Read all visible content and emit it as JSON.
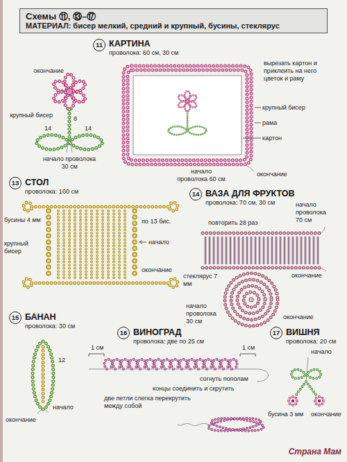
{
  "diagram": {
    "nodes": [
      {
        "text": [
          "Схемы ⑪, ⑬–⑰",
          "МАТЕРИАЛ: бисер мелкий, средний и крупный, бусины, стеклярус"
        ]
      },
      {
        "text": [
          "11"
        ]
      },
      {
        "text": [
          "13"
        ]
      },
      {
        "text": [
          "14"
        ]
      },
      {
        "text": [
          "15"
        ]
      },
      {
        "text": [
          "16"
        ]
      },
      {
        "text": [
          "17"
        ]
      }
    ],
    "labels": [
      "КАРТИНА",
      "проволока: 60 см, 30 см",
      "окончание",
      "крупный бисер",
      "8",
      "14",
      "14",
      "начало проволока 30 см",
      "вырезать картон и приклеить на него цветок и раму",
      "крупный бисер",
      "рама",
      "картон",
      "начало проволока 60 см",
      "окончание",
      "СТОЛ",
      "проволока: 100 см",
      "бусины 4 мм",
      "по 13 бис.",
      "начало",
      "крупный бисер",
      "окончание",
      "ВАЗА ДЛЯ ФРУКТОВ",
      "проволока: 70 см, 30 см",
      "начало проволока 70 см",
      "повторить 28 раз",
      "стеклярус 7 мм",
      "окончание",
      "начало проволока 30 см",
      "окончание",
      "БАНАН",
      "проволока: 30 см",
      "12",
      "начало",
      "окончание",
      "ВИНОГРАД",
      "проволока: две по 25 см",
      "1 см",
      "1 см",
      "согнуть пополам",
      "концы соединить и скрутить",
      "две петли слегка перекрутить между собой",
      "ВИШНЯ",
      "проволока: 20 см",
      "начало",
      "бусина 3 мм",
      "окончание",
      "Страна Мам"
    ]
  }
}
